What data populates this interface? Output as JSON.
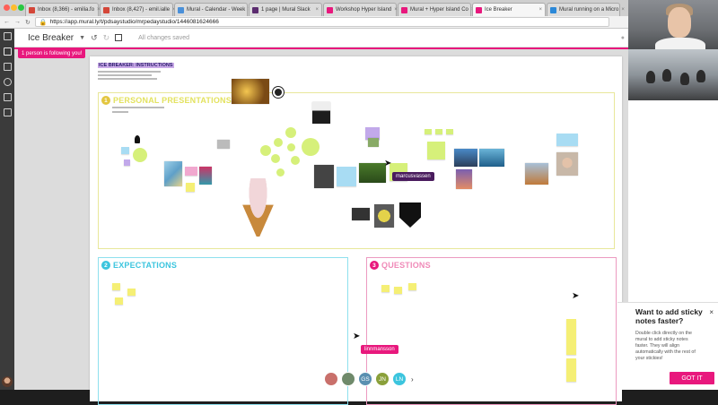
{
  "browser": {
    "tabs": [
      {
        "label": "Inbox (8,366) - emilia.fo",
        "color": "#d44638",
        "active": false
      },
      {
        "label": "Inbox (8,427) - emil.ialle",
        "color": "#d44638",
        "active": false
      },
      {
        "label": "Mural - Calendar - Week",
        "color": "#4a90d9",
        "active": false
      },
      {
        "label": "1 page | Mural Slack",
        "color": "#5b2c6f",
        "active": false
      },
      {
        "label": "Workshop Hyper Island",
        "color": "#e8187d",
        "active": false
      },
      {
        "label": "Mural + Hyper Island Co",
        "color": "#e8187d",
        "active": false
      },
      {
        "label": "Ice Breaker",
        "color": "#e8187d",
        "active": true
      },
      {
        "label": "Mural running on a Micro",
        "color": "#2b88d8",
        "active": false
      }
    ],
    "url": "https://app.mural.ly/t/pdsaystudio/mrpedaystudio/1446081624666"
  },
  "header": {
    "mural_title": "Ice Breaker",
    "saved_status": "All changes saved"
  },
  "follow_banner": "1 person is following you!",
  "board": {
    "instructions_title": "ICE BREAKER: INSTRUCTIONS",
    "sections": [
      {
        "number": "1",
        "title": "PERSONAL PRESENTATIONS"
      },
      {
        "number": "2",
        "title": "EXPECTATIONS"
      },
      {
        "number": "3",
        "title": "QUESTIONS"
      }
    ]
  },
  "cursors": [
    {
      "label": "marcusvassen",
      "color": "#4a1c5e"
    },
    {
      "label": "linnmansson",
      "color": "#e8187d"
    }
  ],
  "tooltip": {
    "title": "Want to add sticky notes faster?",
    "body": "Double click directly on the mural to add sticky notes faster. They will align automatically with the rest of your stickies!",
    "button": "GOT IT",
    "close": "×"
  },
  "participants": [
    {
      "initials": "",
      "color": "#c9706b"
    },
    {
      "initials": "",
      "color": "#6f8a6b"
    },
    {
      "initials": "GS",
      "color": "#5a8fb0"
    },
    {
      "initials": "JN",
      "color": "#8aa03a"
    },
    {
      "initials": "LN",
      "color": "#3cc5de"
    }
  ]
}
